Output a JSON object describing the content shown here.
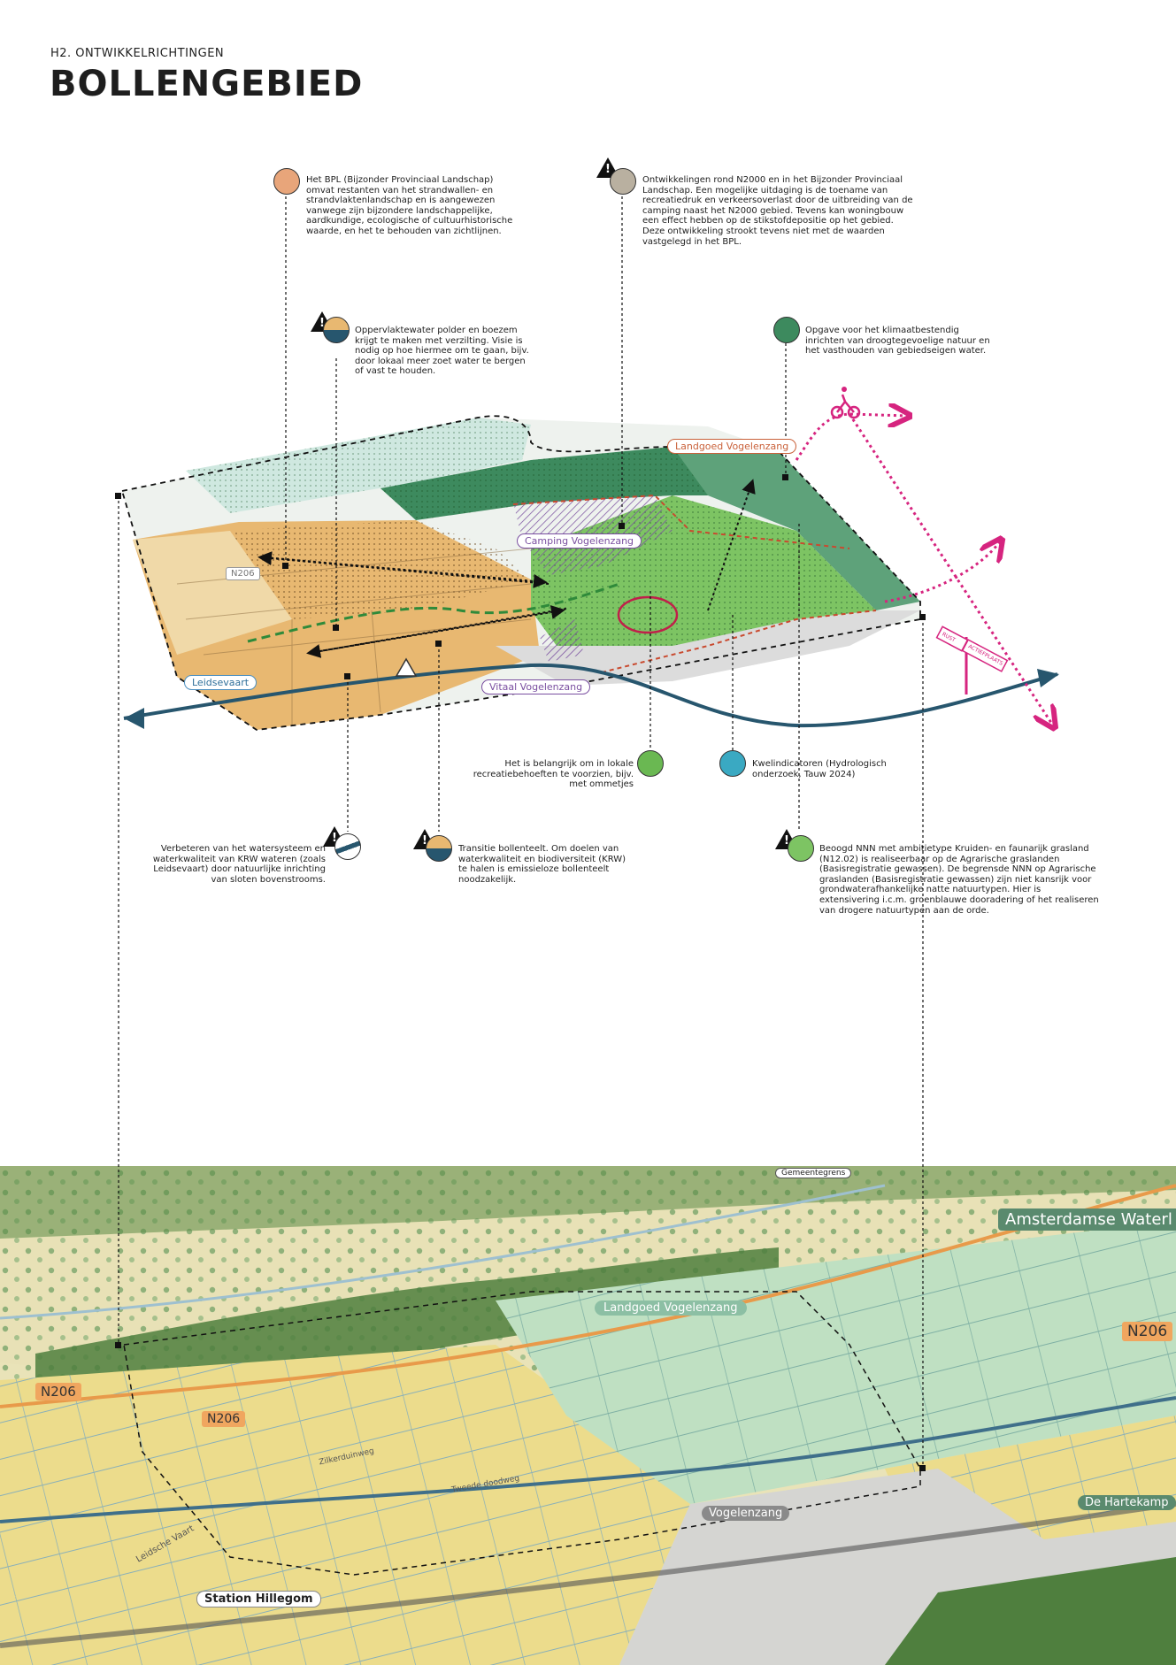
{
  "header": {
    "section": "H2. ONTWIKKELRICHTINGEN",
    "title": "BOLLENGEBIED"
  },
  "annotations": {
    "bpl": "Het BPL (Bijzonder Provinciaal Landschap) omvat restanten van het strandwallen- en strandvlaktenlandschap en is aangewezen vanwege zijn bijzondere landschappelijke, aardkundige, ecologische of cultuurhistorische waarde, en het te behouden van zichtlijnen.",
    "n2000": "Ontwikkelingen rond N2000 en in het Bijzonder Provinciaal Landschap. Een mogelijke uitdaging is de toename van recreatiedruk en verkeersoverlast door de uitbreiding van de camping naast het N2000 gebied. Tevens kan woningbouw een effect hebben op de stikstofdepositie op het gebied. Deze ontwikkeling strookt tevens niet met de waarden vastgelegd in het BPL.",
    "oppervlaktewater": "Oppervlaktewater polder en boezem krijgt te maken met verzilting. Visie is nodig op hoe hiermee om te gaan, bijv. door lokaal meer zoet water te bergen of vast te houden.",
    "klimaat": "Opgave voor het klimaatbestendig inrichten van droogtegevoelige natuur en het vasthouden van gebiedseigen water.",
    "recreatie": "Het is belangrijk om in lokale recreatiebehoeften te voorzien, bijv. met ommetjes",
    "kwel": "Kwelindicatoren (Hydrologisch onderzoek, Tauw 2024)",
    "watersysteem": "Verbeteren van het watersysteem en waterkwaliteit van KRW wateren (zoals Leidsevaart) door natuurlijke inrichting van sloten bovenstrooms.",
    "bollenteelt": "Transitie bollenteelt. Om doelen van waterkwaliteit en biodiversiteit (KRW) te halen is emissieloze bollenteelt noodzakelijk.",
    "nnn": "Beoogd NNN met ambitietype Kruiden- en faunarijk grasland (N12.02) is realiseerbaar op de Agrarische graslanden (Basisregistratie gewassen). De begrensde NNN op Agrarische graslanden (Basisregistratie gewassen) zijn niet kansrijk voor grondwaterafhankelijke natte natuurtypen. Hier is extensivering i.c.m. groenblauwe dooradering of het realiseren van drogere natuurtypen aan de orde."
  },
  "diagram_labels": {
    "landgoed": "Landgoed Vogelenzang",
    "camping": "Camping Vogelenzang",
    "n206": "N206",
    "leidsevaart": "Leidsevaart",
    "vitaal": "Vitaal Vogelenzang",
    "sign1": "RUST",
    "sign2": "ACTIEFPLAATS"
  },
  "map_labels": {
    "gemeentegrens": "Gemeentegrens",
    "awd": "Amsterdamse Waterl",
    "landgoed": "Landgoed Vogelenzang",
    "n206_left": "N206",
    "n206_mid": "N206",
    "n206_right": "N206",
    "vogelenzang": "Vogelenzang",
    "hartekamp": "De Hartekamp",
    "station": "Station Hillegom",
    "street1": "Zilkerduinweg",
    "street2": "Leidsche Vaart",
    "street3": "Tweede doodweg"
  },
  "colors": {
    "bulb_orange": "#e8b871",
    "grass_green": "#7dc463",
    "dune_green": "#3d8a5e",
    "water_blue": "#27566e",
    "cycle_pink": "#d6247f",
    "camping_purple": "#7a4fa0",
    "map_yellow": "#ecdc8c",
    "map_green": "#5a8a46",
    "map_light_green": "#bfe0c2"
  }
}
